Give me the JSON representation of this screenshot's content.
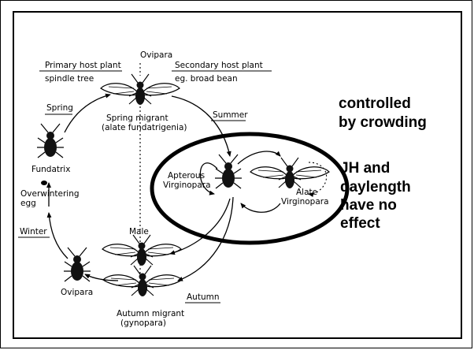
{
  "labels": {
    "ovipara_top": "Ovipara",
    "primary_host_plant": "Primary host plant",
    "spindle_tree": "spindle tree",
    "secondary_host_plant": "Secondary host plant",
    "broad_bean": "eg. broad bean",
    "spring": "Spring",
    "spring_migrant": "Spring migrant",
    "spring_migrant_sub": "(alate fundatrigenia)",
    "summer": "Summer",
    "fundatrix": "Fundatrix",
    "apterous": "Apterous",
    "virginopara_left": "Virginopara",
    "alate": "Alate",
    "virginopara_right": "Virginopara",
    "overwintering": "Overwintering",
    "egg": "egg",
    "winter": "Winter",
    "male": "Male",
    "ovipara_bottom": "Ovipara",
    "autumn": "Autumn",
    "autumn_migrant": "Autumn migrant",
    "gynopara": "(gynopara)"
  },
  "notes": {
    "line1": "controlled",
    "line2": "by crowding",
    "line3": "JH and",
    "line4": "daylength",
    "line5": "have no",
    "line6": "effect"
  }
}
